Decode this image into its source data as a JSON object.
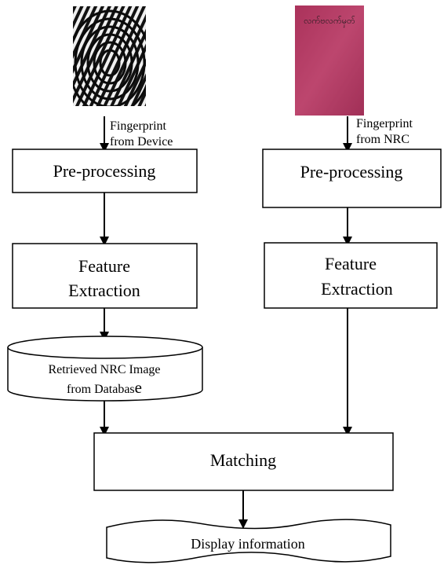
{
  "images": {
    "fingerprint_device": {
      "name": "fingerprint-device-image"
    },
    "nrc_card": {
      "name": "nrc-card-image",
      "card_text": "လက်ဗလက်မှတ်"
    }
  },
  "labels": {
    "from_device_line1": "Fingerprint",
    "from_device_line2": "from Device",
    "from_nrc_line1": "Fingerprint",
    "from_nrc_line2": "from NRC"
  },
  "boxes": {
    "left_preprocessing": "Pre-processing",
    "left_feature_line1": "Feature",
    "left_feature_line2": "Extraction",
    "database_line1": "Retrieved NRC Image",
    "database_line2_main": "from Databas",
    "database_line2_tail": "e",
    "right_preprocessing": "Pre-processing",
    "right_feature_line1": "Feature",
    "right_feature_line2": "Extraction",
    "matching": "Matching",
    "display": "Display information"
  },
  "colors": {
    "nrc_card": "#b13a62",
    "stroke": "#000000"
  }
}
